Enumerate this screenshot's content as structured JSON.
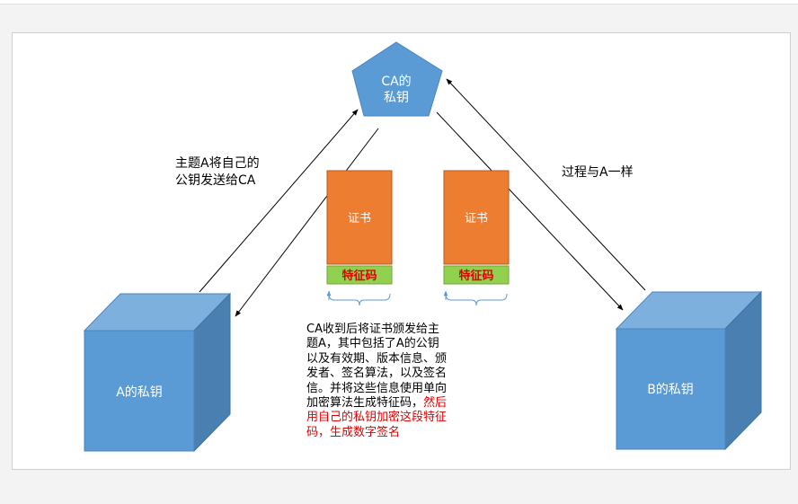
{
  "ca_node": {
    "line1": "CA的",
    "line2": "私钥"
  },
  "a_node": {
    "label": "A的私钥"
  },
  "b_node": {
    "label": "B的私钥"
  },
  "certs": [
    {
      "label": "证书",
      "feature": "特征码"
    },
    {
      "label": "证书",
      "feature": "特征码"
    }
  ],
  "annotations": {
    "a_to_ca_line1": "主题A将自己的",
    "a_to_ca_line2": "公钥发送给CA",
    "b_same": "过程与A一样"
  },
  "description": {
    "black": "CA收到后将证书颁发给主题A，其中包括了A的公钥以及有效期、版本信息、颁发者、签名算法，以及签名信。并将这些信息使用单向加密算法生成特征码，",
    "red": "然后用自己的私钥加密这段特征码，生成数字签名"
  },
  "colors": {
    "blue_front": "#5b9bd5",
    "blue_top": "#7eb0de",
    "blue_side": "#4a7fb2",
    "pentagon": "#5b9bd5",
    "cert_orange": "#ed7d31",
    "feature_green": "#92d050",
    "feature_text": "#e00000"
  }
}
